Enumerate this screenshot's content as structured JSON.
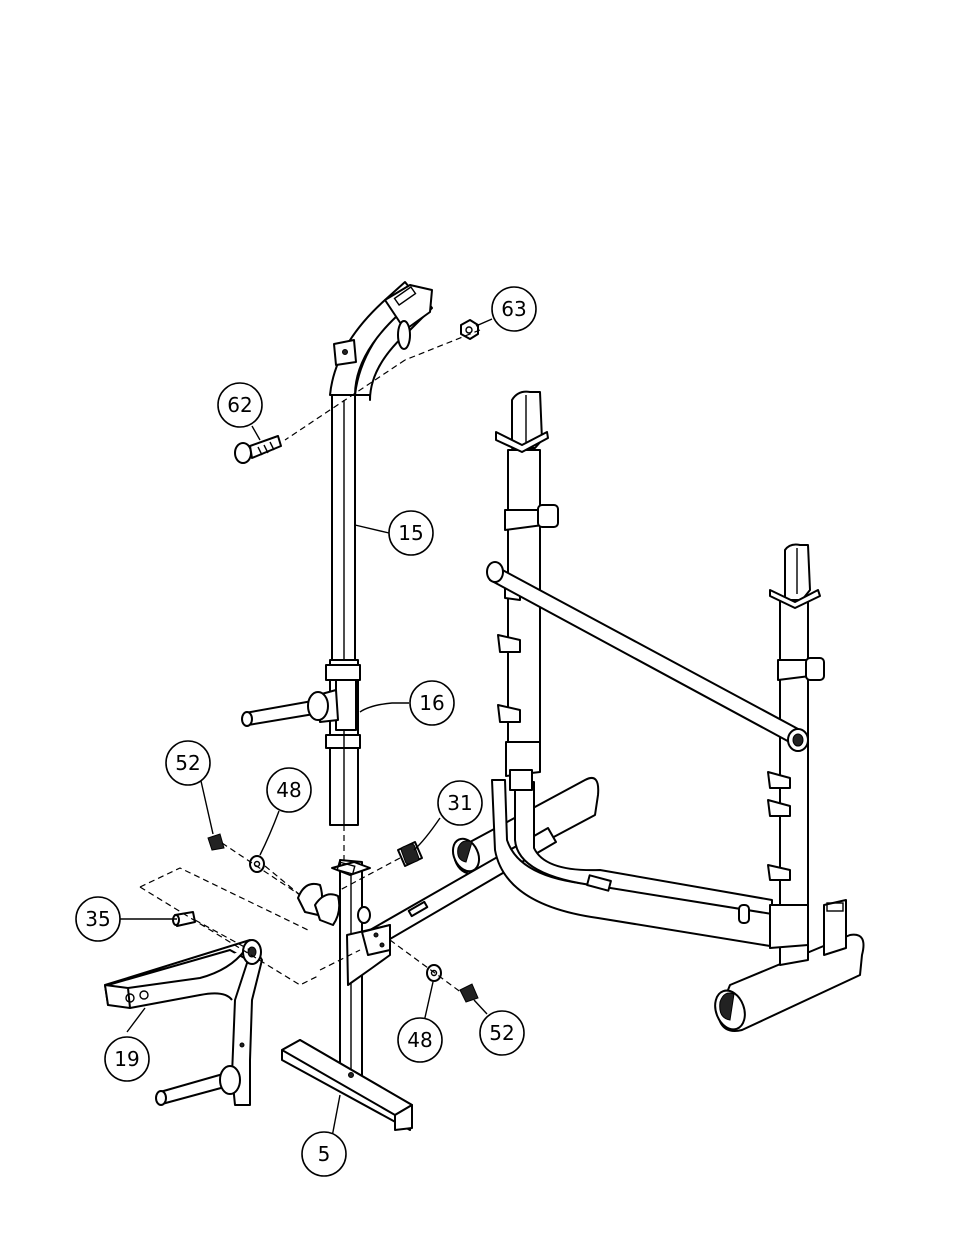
{
  "callouts": [
    {
      "id": "c63a",
      "label": "63"
    },
    {
      "id": "c62",
      "label": "62"
    },
    {
      "id": "c15",
      "label": "15"
    },
    {
      "id": "c16",
      "label": "16"
    },
    {
      "id": "c52a",
      "label": "52"
    },
    {
      "id": "c48a",
      "label": "48"
    },
    {
      "id": "c31",
      "label": "31"
    },
    {
      "id": "c35",
      "label": "35"
    },
    {
      "id": "c19",
      "label": "19"
    },
    {
      "id": "c48b",
      "label": "48"
    },
    {
      "id": "c52b",
      "label": "52"
    },
    {
      "id": "c5",
      "label": "5"
    }
  ]
}
